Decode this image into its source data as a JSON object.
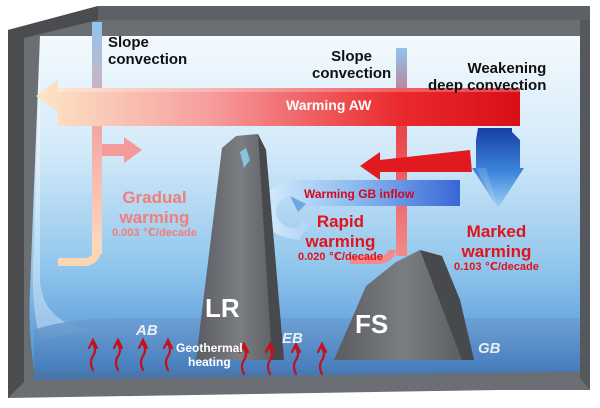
{
  "labels": {
    "slope_convection_left": [
      "Slope",
      "convection"
    ],
    "slope_convection_right": [
      "Slope",
      "convection"
    ],
    "weakening_deep_convection": [
      "Weakening",
      "deep convection"
    ],
    "warming_aw": "Warming AW",
    "warming_gb_inflow": "Warming GB inflow",
    "gradual_warming": [
      "Gradual",
      "warming"
    ],
    "gradual_rate": "0.003 ℃/decade",
    "rapid_warming": [
      "Rapid",
      "warming"
    ],
    "rapid_rate": "0.020 ℃/decade",
    "marked_warming": [
      "Marked",
      "warming"
    ],
    "marked_rate": "0.103 ℃/decade",
    "ridge_lr": "LR",
    "ridge_fs": "FS",
    "basin_ab": "AB",
    "basin_eb": "EB",
    "basin_gb": "GB",
    "geothermal": [
      "Geothermal",
      "heating"
    ]
  },
  "colors": {
    "frame_gray": "#6b6e72",
    "frame_dark": "#4a4c50",
    "water_light": "#eaf5fd",
    "water_mid": "#8fc5ec",
    "water_deep": "#3f84cf",
    "warm_red": "#e11a20",
    "warm_pink": "#f4a09a",
    "deep_blue": "#1f6fd8",
    "heat_red": "#c4101a"
  },
  "icons": {
    "geothermal_arrows": "squiggle-up-arrow"
  }
}
